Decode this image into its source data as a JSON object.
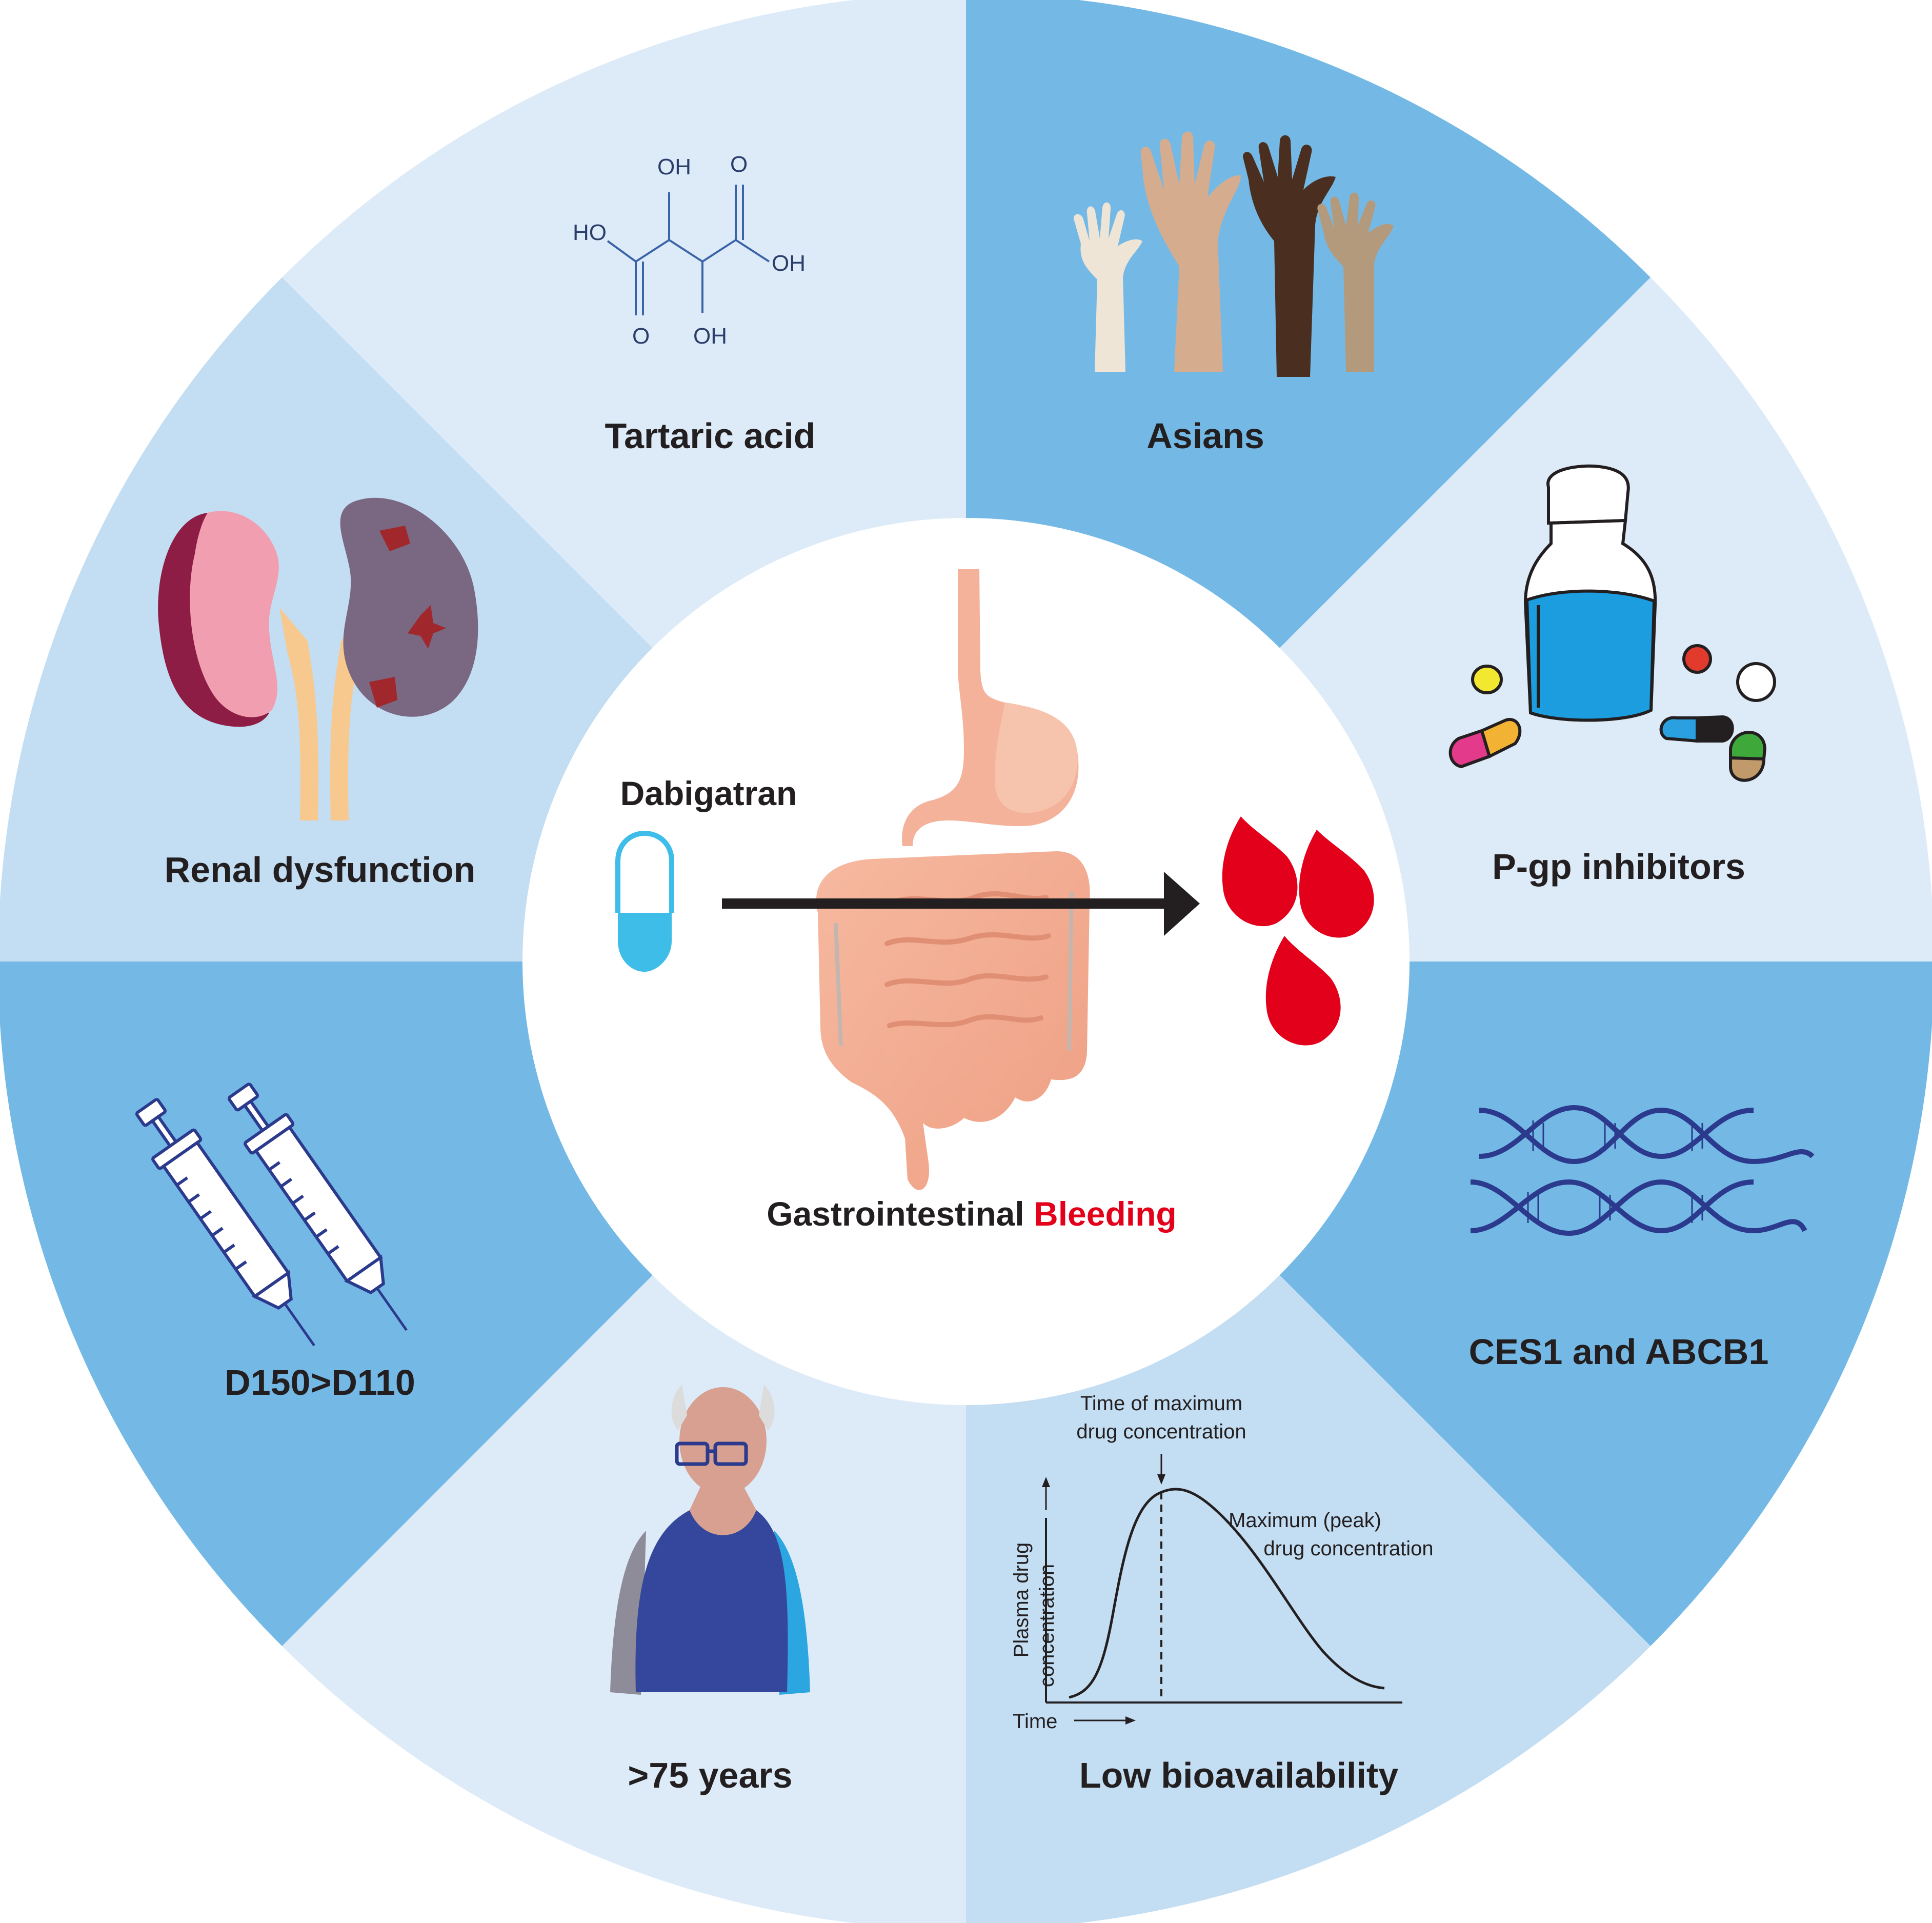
{
  "center": {
    "drug_label": "Dabigatran",
    "outcome_prefix": "Gastrointestinal",
    "outcome_highlight": "Bleeding"
  },
  "sectors": [
    {
      "id": "tartaric",
      "label": "Tartaric acid",
      "color": "#ddebf8"
    },
    {
      "id": "asians",
      "label": "Asians",
      "color": "#74b9e6"
    },
    {
      "id": "pgp",
      "label": "P-gp inhibitors",
      "color": "#ddebf8"
    },
    {
      "id": "genes",
      "label": "CES1 and ABCB1",
      "color": "#74b9e6"
    },
    {
      "id": "bioavail",
      "label": "Low bioavailability",
      "color": "#c3ddf2"
    },
    {
      "id": "age",
      "label": ">75 years",
      "color": "#ddebf8"
    },
    {
      "id": "dose",
      "label": "D150>D110",
      "color": "#74b9e6"
    },
    {
      "id": "renal",
      "label": "Renal dysfunction",
      "color": "#c3ddf2"
    }
  ],
  "tartaric_structure": {
    "oh_top": "OH",
    "o_top": "O",
    "ho_left": "HO",
    "oh_right": "OH",
    "o_bottom": "O",
    "oh_bottom": "OH"
  },
  "pk_curve": {
    "tmax_label_line1": "Time of maximum",
    "tmax_label_line2": "drug concentration",
    "cmax_label_line1": "Maximum (peak)",
    "cmax_label_line2": "drug concentration",
    "y_axis_line1": "Plasma drug",
    "y_axis_line2": "concentration",
    "x_axis": "Time"
  },
  "colors": {
    "light": "#ddebf8",
    "mid": "#c3ddf2",
    "dark": "#74b9e6",
    "blood": "#e2001a",
    "capsule": "#3dbde8",
    "text": "#231f20"
  }
}
